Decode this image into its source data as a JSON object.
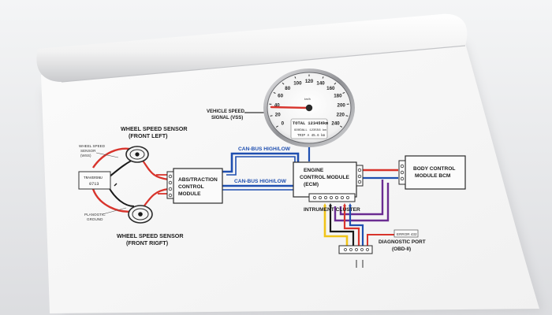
{
  "sensors": {
    "front_left": {
      "line1": "WHEEL SPEED SENSOR",
      "line2": "(FRONT LEFT)"
    },
    "front_right": {
      "line1": "WHEEL SPEED SENSOR",
      "line2": "(FRONT RIGFT)"
    },
    "sensor_tag": {
      "line1": "WHEEL SPEED",
      "line2": "SENSOR",
      "line3": "(WSS)"
    },
    "ground_tag": {
      "line1": "PLANOGTIC",
      "line2": "GROUND"
    }
  },
  "small_module": {
    "label": "TRAVERSNU",
    "value": "0713"
  },
  "abs_module": {
    "line1": "ABS/TRACTION",
    "line2": "CONTROL",
    "line3": "MODULE"
  },
  "ecm": {
    "line1": "ENGINE",
    "line2": "CONTROL MODULE",
    "line3": "(ECM)"
  },
  "bcm": {
    "line1": "BODY CONTROL",
    "line2": "MODULE BCM"
  },
  "can_bus": {
    "upper": "CAN-BUS HIGH/LOW",
    "lower": "CAN-BUS HIGH/LOW"
  },
  "vss": {
    "line1": "VEHICLE SPEED",
    "line2": "SIGNAL (VSS)"
  },
  "speedometer": {
    "ticks": [
      "0",
      "20",
      "40",
      "60",
      "80",
      "100",
      "120",
      "140",
      "160",
      "180",
      "200",
      "220",
      "240"
    ],
    "unit": "km/h",
    "total": "TOTAL 123456km",
    "mid": "GOODALL 123556 km",
    "trip": "TRIP A   45.6 km",
    "needle_value": 35
  },
  "instrument_cluster": {
    "label": "INTRUMENT CLUSTER"
  },
  "diagnostic": {
    "line1": "DIAGNOSTIC PORT",
    "line2": "(OBD-II)",
    "tag": "ERROR 432"
  },
  "colors": {
    "blue": "#1f4fb0",
    "red": "#d8342c",
    "purple": "#6a2c91",
    "yellow": "#f0c419",
    "black": "#1a1a1a"
  }
}
